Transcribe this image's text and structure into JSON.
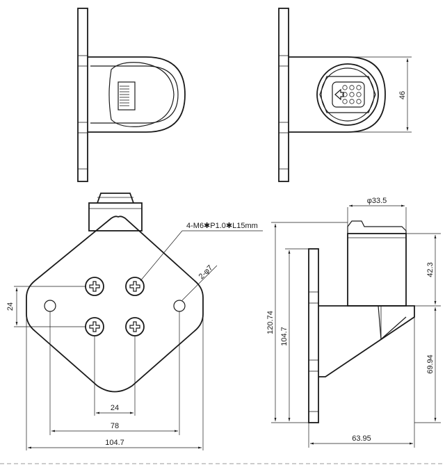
{
  "drawing": {
    "views": [
      "side-view-left",
      "side-view-right",
      "front-view",
      "profile-view"
    ],
    "dimensions": {
      "height_46": "46",
      "thread_note": "4-M6✱P1.0✱L15mm",
      "hole_note": "2-φ7",
      "vertical_24": "24",
      "horizontal_24": "24",
      "horizontal_78": "78",
      "horizontal_104_7": "104.7",
      "diameter_33_5": "φ33.5",
      "height_120_74": "120.74",
      "height_104_7": "104.7",
      "height_42_3": "42.3",
      "height_69_94": "69.94",
      "width_63_95": "63.95"
    },
    "line_color": "#1a1a1a",
    "background": "#ffffff"
  }
}
